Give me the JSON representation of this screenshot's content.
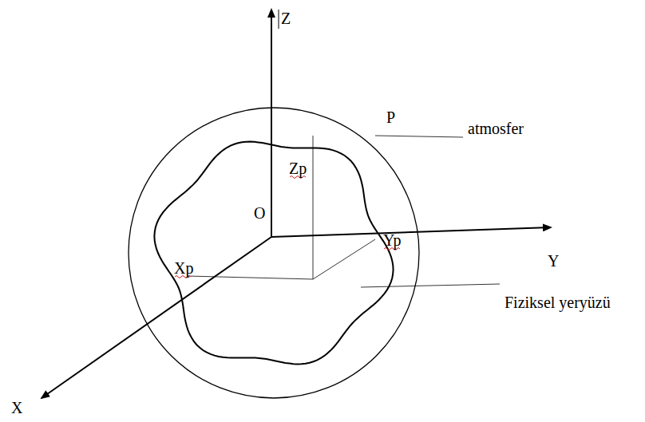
{
  "diagram": {
    "labels": [
      "Z",
      "P",
      "atmosfer",
      "Zp",
      "O",
      "Yp",
      "Y",
      "Xp",
      "Fiziksel yeryüzü",
      "X"
    ]
  }
}
